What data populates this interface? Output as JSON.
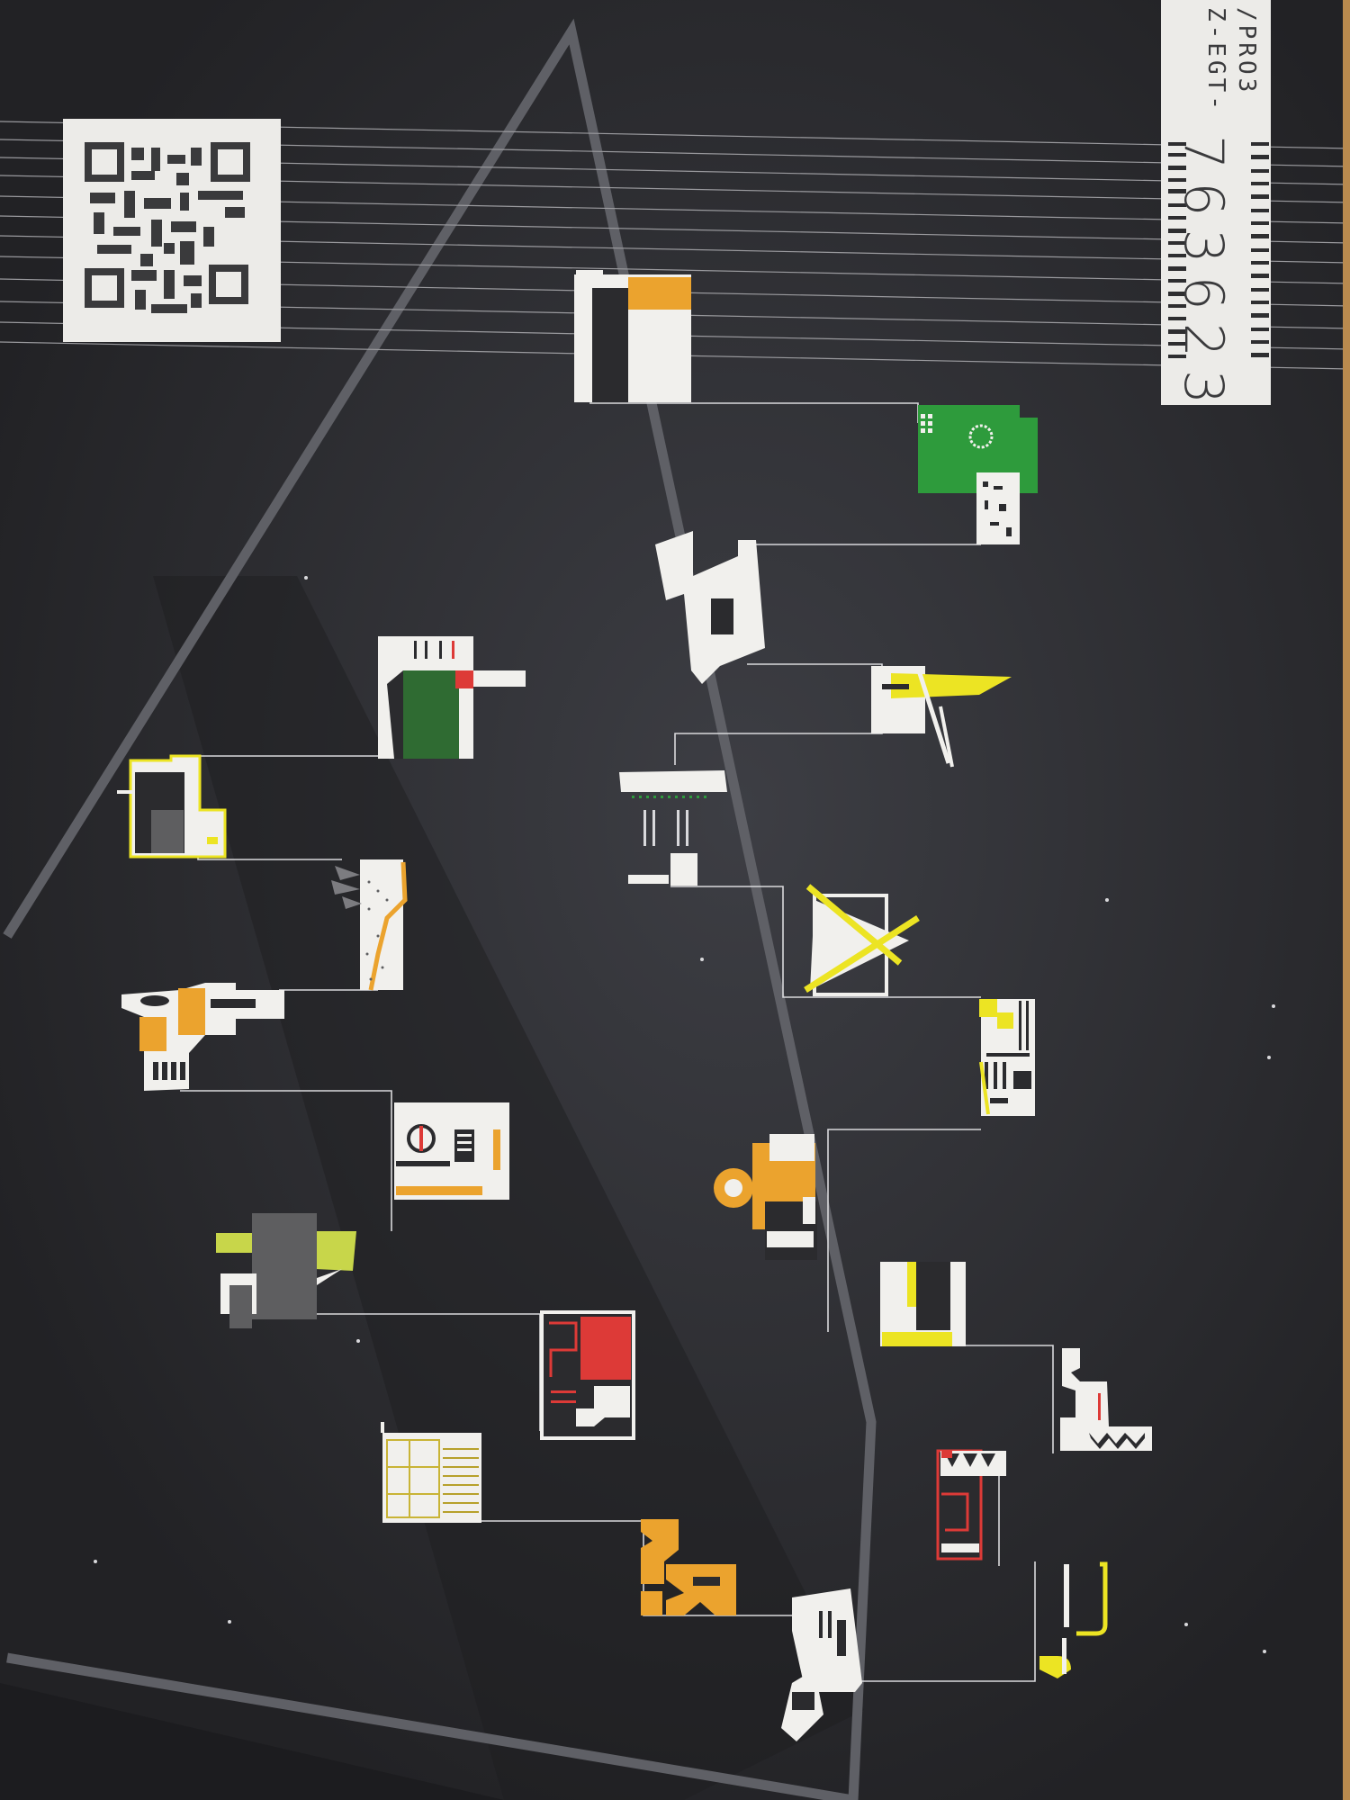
{
  "poster": {
    "code_line1": "/PRO3",
    "code_line2": "Z-EGT-",
    "code_number": "763623"
  },
  "colors": {
    "board": "#2b2b2e",
    "triangle": "#5f6066",
    "paper": "#f1f0ed",
    "orange": "#eba32e",
    "yellow": "#ece423",
    "green": "#2e9b3c",
    "dark_green": "#2f6b32",
    "red": "#dd3a37",
    "lime": "#c8d64a",
    "grey": "#5e5e60",
    "background": "#b98a4e"
  },
  "icons": [
    "qr-code-icon",
    "barcode-icon"
  ]
}
